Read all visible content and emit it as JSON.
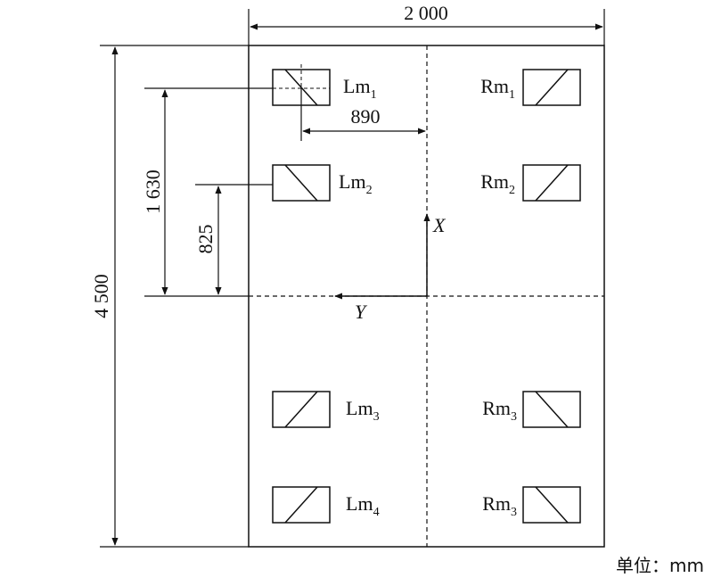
{
  "diagram": {
    "dimensions": {
      "width": "2 000",
      "height": "4 500",
      "offset_1630": "1 630",
      "offset_825": "825",
      "offset_890": "890"
    },
    "axes": {
      "x": "X",
      "y": "Y"
    },
    "unit_label": "单位：mm",
    "modules": [
      {
        "id": "lm1",
        "name": "Lm",
        "sub": "1",
        "diagonal": "down"
      },
      {
        "id": "rm1",
        "name": "Rm",
        "sub": "1",
        "diagonal": "up"
      },
      {
        "id": "lm2",
        "name": "Lm",
        "sub": "2",
        "diagonal": "down"
      },
      {
        "id": "rm2",
        "name": "Rm",
        "sub": "2",
        "diagonal": "up"
      },
      {
        "id": "lm3",
        "name": "Lm",
        "sub": "3",
        "diagonal": "up"
      },
      {
        "id": "rm3a",
        "name": "Rm",
        "sub": "3",
        "diagonal": "down"
      },
      {
        "id": "lm4",
        "name": "Lm",
        "sub": "4",
        "diagonal": "up"
      },
      {
        "id": "rm3b",
        "name": "Rm",
        "sub": "3",
        "diagonal": "down"
      }
    ]
  }
}
